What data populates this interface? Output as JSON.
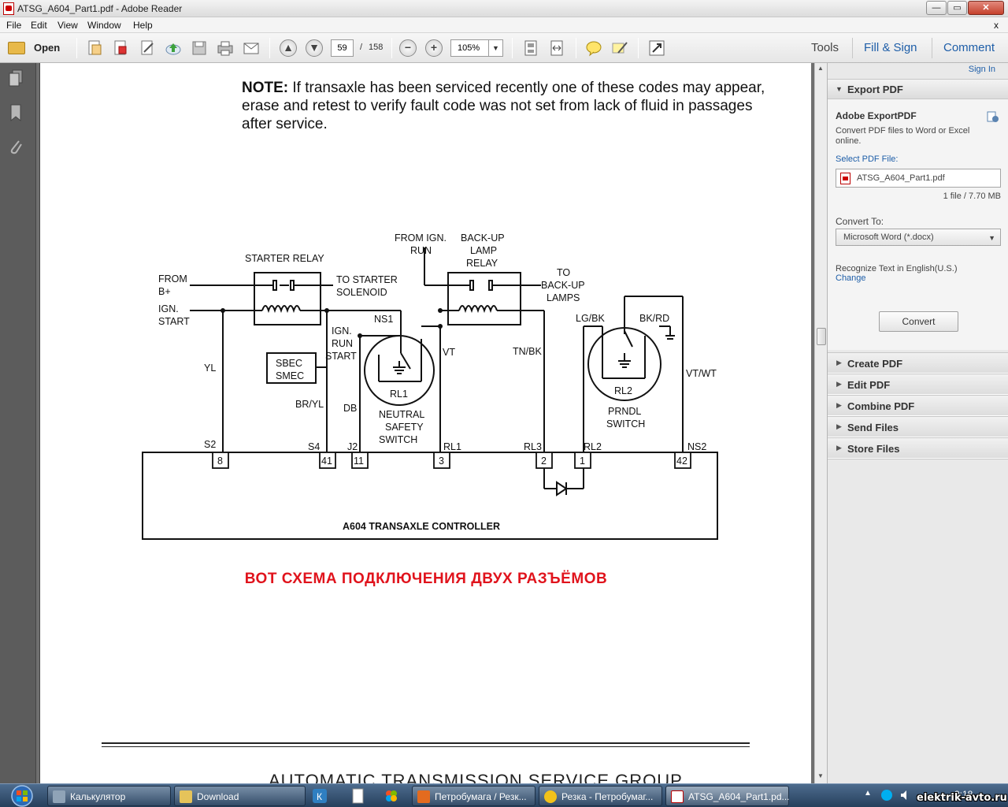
{
  "window": {
    "title": "ATSG_A604_Part1.pdf - Adobe Reader",
    "min": "—",
    "max": "▭",
    "close": "✕"
  },
  "menu": {
    "items": [
      "File",
      "Edit",
      "View",
      "Window",
      "Help"
    ],
    "close": "x"
  },
  "toolbar": {
    "open_label": "Open",
    "page_current": "59",
    "page_sep": "/",
    "page_total": "158",
    "zoom": "105%",
    "tools": "Tools",
    "fill_sign": "Fill & Sign",
    "comment": "Comment"
  },
  "document": {
    "note_label": "NOTE:",
    "note_text": " If transaxle has been serviced recently one of these codes may appear, erase and retest to verify fault code was not set from lack of fluid in passages after service.",
    "diagram_labels": {
      "starter_relay": "STARTER RELAY",
      "from": "FROM",
      "b_plus": "B+",
      "ign": "IGN.",
      "start": "START",
      "to_starter": "TO STARTER",
      "solenoid": "SOLENOID",
      "from_ign": "FROM IGN.",
      "run": "RUN",
      "backup": "BACK-UP",
      "lamp": "LAMP",
      "relay": "RELAY",
      "to": "TO",
      "backup2": "BACK-UP",
      "lamps": "LAMPS",
      "ns1": "NS1",
      "ign2": "IGN.",
      "run2": "RUN",
      "start2": "START",
      "vt": "VT",
      "tn_bk": "TN/BK",
      "lg_bk": "LG/BK",
      "bk_rd": "BK/RD",
      "vt_wt": "VT/WT",
      "yl": "YL",
      "sbec": "SBEC",
      "smec": "SMEC",
      "br_yl": "BR/YL",
      "db": "DB",
      "rl1": "RL1",
      "rl2": "RL2",
      "neutral": "NEUTRAL",
      "safety": "SAFETY",
      "switch": "SWITCH",
      "prndl": "PRNDL",
      "switch2": "SWITCH",
      "s2": "S2",
      "s4": "S4",
      "j2": "J2",
      "rl1b": "RL1",
      "rl3": "RL3",
      "rl2b": "RL2",
      "ns2": "NS2",
      "p8": "8",
      "p41": "41",
      "p11": "11",
      "p3": "3",
      "p2": "2",
      "p1": "1",
      "p42": "42",
      "controller": "A604 TRANSAXLE CONTROLLER"
    },
    "red_caption": "ВОТ СХЕМА ПОДКЛЮЧЕНИЯ ДВУХ РАЗЪЁМОВ",
    "footer": "AUTOMATIC TRANSMISSION SERVICE GROUP"
  },
  "right_panel": {
    "sign_in": "Sign In",
    "export_header": "Export PDF",
    "aep_title": "Adobe ExportPDF",
    "aep_desc": "Convert PDF files to Word or Excel online.",
    "select_label": "Select PDF File:",
    "file_name": "ATSG_A604_Part1.pdf",
    "file_info": "1 file / 7.70 MB",
    "convert_to_label": "Convert To:",
    "format": "Microsoft Word (*.docx)",
    "ocr_text": "Recognize Text in English(U.S.)",
    "ocr_change": "Change",
    "convert_btn": "Convert",
    "sections": [
      "Create PDF",
      "Edit PDF",
      "Combine PDF",
      "Send Files",
      "Store Files"
    ]
  },
  "taskbar": {
    "tasks": [
      "Калькулятор",
      "Download",
      "Петробумага / Резк...",
      "Резка - Петробумаг...",
      "ATSG_A604_Part1.pd..."
    ],
    "clock": "9:18",
    "watermark": "elektrik-avto.ru"
  },
  "colors": {
    "accent_link": "#1e5ea8",
    "caption_red": "#e0131c"
  }
}
